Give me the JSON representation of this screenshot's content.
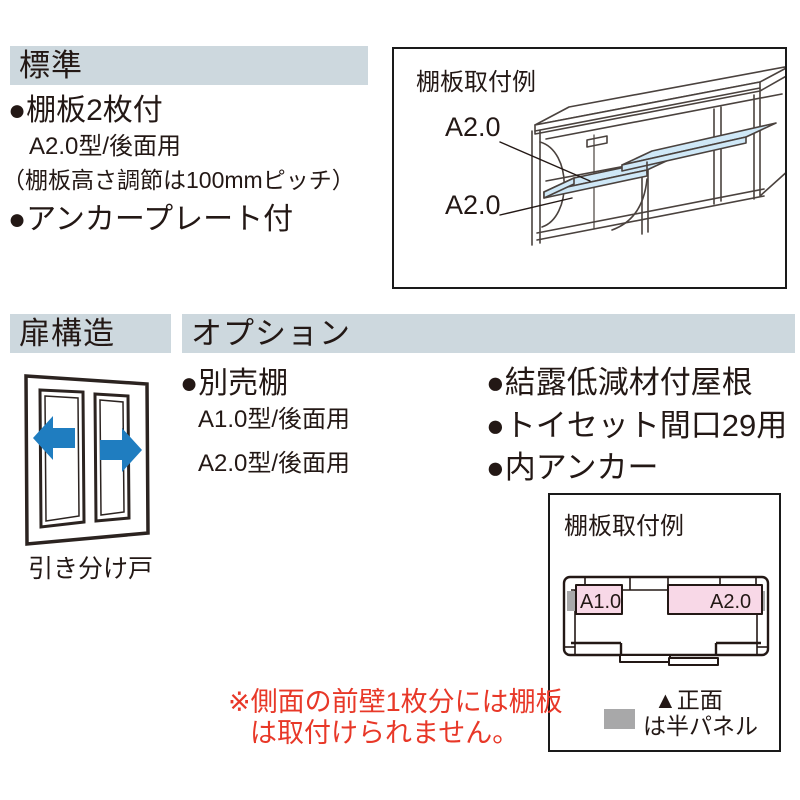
{
  "colors": {
    "header_bg": "#cdd8de",
    "text": "#231815",
    "note_red": "#e83828",
    "arrow_blue": "#1f7dc0",
    "shelf_blue": "#cfe8f7",
    "shelf_pink": "#f8d8e7",
    "half_panel_gray": "#a8a8a9"
  },
  "standard": {
    "header": "標準",
    "item1": "●棚板2枚付",
    "item1_sub": "A2.0型/後面用",
    "item1_note": "（棚板高さ調節は100mmピッチ）",
    "item2": "●アンカープレート付"
  },
  "shelf_example_top": {
    "title": "棚板取付例",
    "labels": [
      "A2.0",
      "A2.0"
    ]
  },
  "door_structure": {
    "header": "扉構造",
    "caption": "引き分け戸"
  },
  "options": {
    "header": "オプション",
    "col1": [
      "●別売棚",
      "A1.0型/後面用",
      "A2.0型/後面用"
    ],
    "col2": [
      "●結露低減材付屋根",
      "●トイセット間口29用",
      "●内アンカー"
    ]
  },
  "shelf_example_bottom": {
    "title": "棚板取付例",
    "shelf_labels": [
      "A1.0",
      "A2.0"
    ],
    "front_marker": "▲正面",
    "legend_text": "は半パネル"
  },
  "note": {
    "line1": "※側面の前壁1枚分には棚板",
    "line2": "は取付けられません。"
  }
}
